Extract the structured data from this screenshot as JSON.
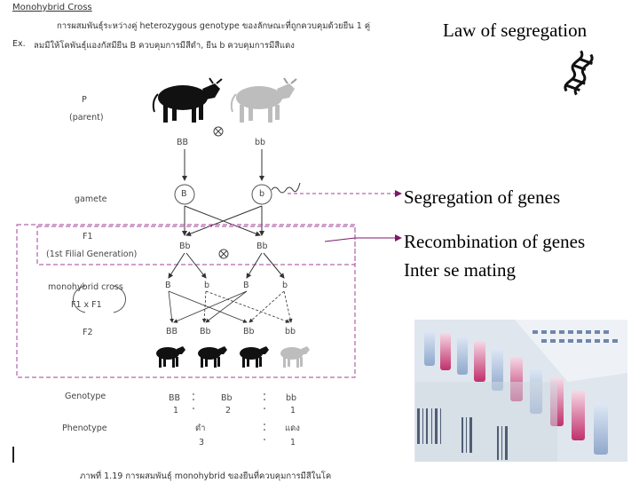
{
  "header": {
    "title": "Monohybrid Cross",
    "line1": "การผสมพันธุ์ระหว่างคู่ heterozygous genotype ของลักษณะที่ถูกควบคุมด้วยยีน 1 คู่",
    "ex_label": "Ex.",
    "ex_text": "ลมมีให้โคพันธุ์แองกัสมียีน B ควบคุมการมีสีดำ, ยีน b ควบคุมการมีสีแดง"
  },
  "slide": {
    "title": "Law of segregation",
    "segregation": "Segregation of genes",
    "recombination": "Recombination of genes",
    "inter_se": "Inter se mating"
  },
  "diagram": {
    "p_label": "P",
    "parent_label": "(parent)",
    "parent_left_genotype": "BB",
    "parent_right_genotype": "bb",
    "cross_symbol": "⊗",
    "gamete_label": "gamete",
    "gamete_left": "B",
    "gamete_right": "b",
    "f1_label": "F1",
    "f1_sub": "(1st Filial Generation)",
    "f1_left": "Bb",
    "f1_right": "Bb",
    "mono_label": "monohybrid cross",
    "f1xf1": "F1 x F1",
    "alleles": [
      "B",
      "b",
      "B",
      "b"
    ],
    "f2_label": "F2",
    "f2": [
      "BB",
      "Bb",
      "Bb",
      "bb"
    ],
    "cattle_colors": {
      "black": "#111111",
      "grey": "#bdbdbd"
    }
  },
  "results": {
    "genotype_label": "Genotype",
    "genotypes": [
      "BB",
      "Bb",
      "bb"
    ],
    "genotype_counts": [
      "1",
      "2",
      "1"
    ],
    "phenotype_label": "Phenotype",
    "phenotypes": [
      "ดำ",
      "แดง"
    ],
    "phenotype_counts": [
      "3",
      "1"
    ]
  },
  "caption": "ภาพที่ 1.19  การผสมพันธุ์ monohybrid ของยีนที่ควบคุมการมีสีในโค",
  "colors": {
    "dashed_box": "#a0409a",
    "arrow_line": "#7a1a6a"
  }
}
